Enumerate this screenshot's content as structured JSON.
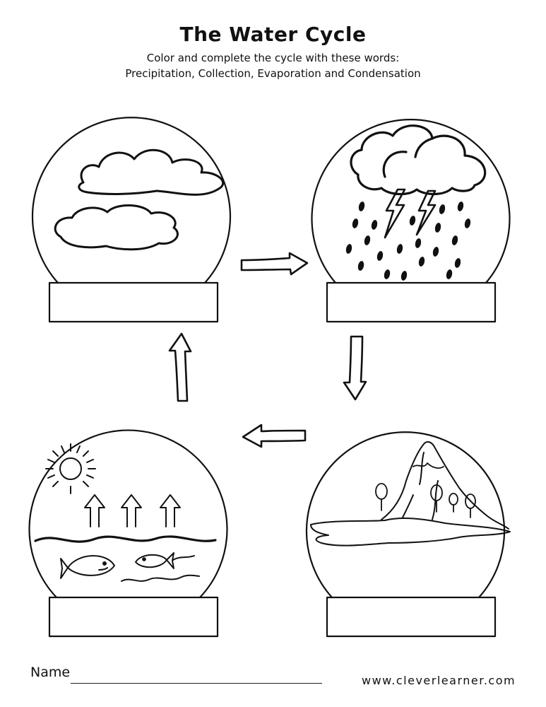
{
  "header": {
    "title": "The Water Cycle",
    "instruction_line1": "Color and complete the cycle with these words:",
    "instruction_line2": "Precipitation, Collection, Evaporation and Condensation"
  },
  "footer": {
    "name_label": "Name",
    "website": "www.cleverlearner.com"
  },
  "globes": [
    {
      "scene": "clouds",
      "label_box": ""
    },
    {
      "scene": "rain-clouds-with-lightning",
      "label_box": ""
    },
    {
      "scene": "sun-over-water-with-fish",
      "label_box": ""
    },
    {
      "scene": "mountain-with-lake",
      "label_box": ""
    }
  ],
  "icons": [
    "cloud-icon",
    "storm-cloud-icon",
    "lightning-icon",
    "raindrop-icon",
    "sun-icon",
    "up-arrow-icon",
    "fish-icon",
    "mountain-icon",
    "tree-icon",
    "cycle-arrow-icon"
  ]
}
